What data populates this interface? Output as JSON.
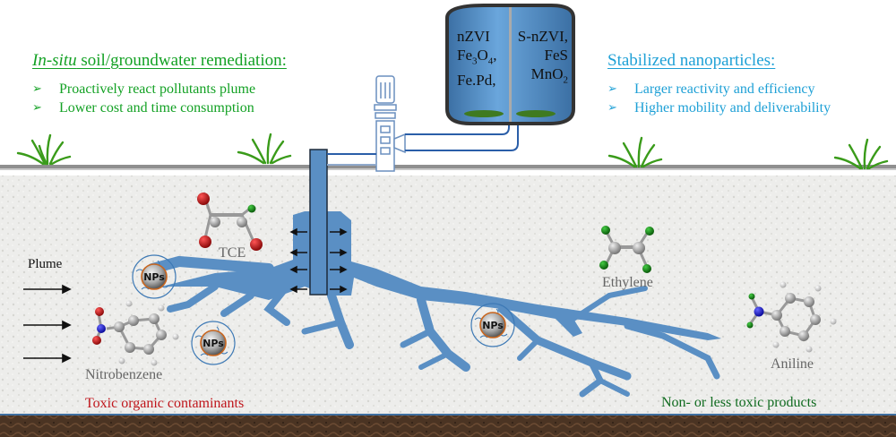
{
  "left_panel": {
    "heading_italic": "In-situ",
    "heading_rest": " soil/groundwater remediation:",
    "bullets": [
      "Proactively react pollutants plume",
      "Lower cost and time consumption"
    ],
    "bullet_glyph": "➢",
    "color": "#13a124"
  },
  "right_panel": {
    "heading": "Stabilized nanoparticles:",
    "bullets": [
      "Larger reactivity and efficiency",
      "Higher mobility and deliverability"
    ],
    "bullet_glyph": "➢",
    "color": "#1ea0d6"
  },
  "tank": {
    "left_materials": [
      "nZVI",
      "Fe3O4,",
      "Fe.Pd,"
    ],
    "right_materials": [
      "S-nZVI,",
      "FeS",
      "MnO2"
    ],
    "color": "#5b95c8"
  },
  "labels": {
    "plume": "Plume",
    "tce": "TCE",
    "nitrobenzene": "Nitrobenzene",
    "ethylene": "Ethylene",
    "aniline": "Aniline",
    "toxic": "Toxic organic contaminants",
    "nontoxic": "Non- or less toxic products",
    "nanoparticle": "NPs"
  },
  "colors": {
    "plume": "#5a8fc4",
    "soil": "#ececea",
    "bedrock": "#4a3322",
    "toxic_text": "#c0161c",
    "product_text": "#0f6b1f"
  }
}
